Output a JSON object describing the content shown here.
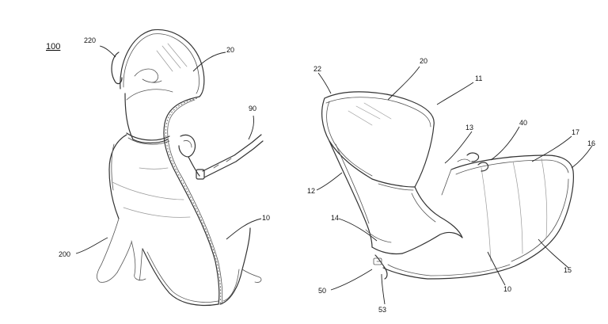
{
  "figure_left": {
    "figure_number": "100",
    "labels": {
      "hood_ref": "220",
      "clear_hood": "20",
      "leash": "90",
      "coat_body": "10",
      "dog": "200"
    }
  },
  "figure_right": {
    "labels": {
      "hood_edge": "22",
      "clear_hood": "20",
      "rim": "11",
      "inner_panel": "13",
      "attachment": "40",
      "back_panel": "17",
      "rear_edge": "16",
      "side_edge": "12",
      "neck_opening": "14",
      "coat_body": "10",
      "bottom_edge": "15",
      "fastener": "50",
      "fastener_detail": "53"
    }
  }
}
